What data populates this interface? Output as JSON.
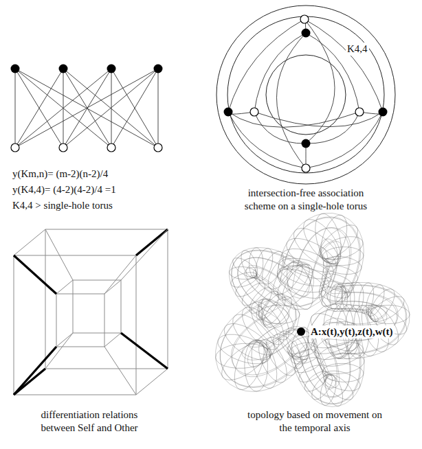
{
  "diagram": {
    "labels": [
      "y(Km,n)= (m-2)(n-2)/4",
      "y(K4,4)= (4-2)(4-2)/4 =1",
      "K4,4 > single-hole torus",
      "K4,4",
      "intersection-free association scheme on a single-hole torus",
      "differentiation relations between Self and Other",
      "A:x(t),y(t),z(t),w(t)",
      "topology based on movement on the temporal axis"
    ]
  }
}
